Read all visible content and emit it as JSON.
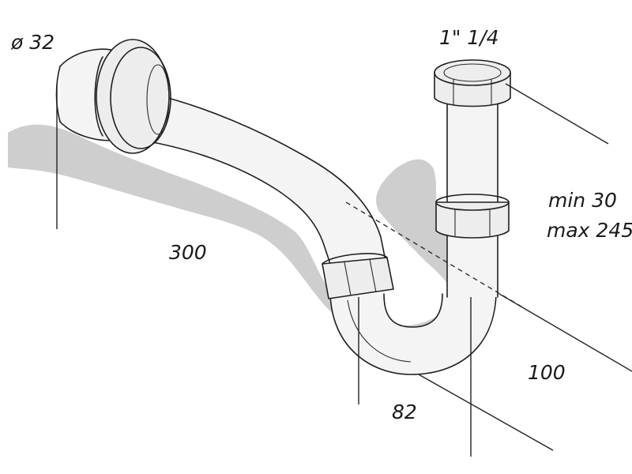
{
  "diagram": {
    "labels": {
      "diameter": "ø 32",
      "thread": "1\" 1/4",
      "length": "300",
      "height_min": "min 30",
      "height_max": "max 245",
      "depth": "100",
      "offset": "82"
    },
    "colors": {
      "ink": "#1f1f1f",
      "shadow": "#c9c9c9",
      "pipe": "#f4f4f4"
    }
  }
}
